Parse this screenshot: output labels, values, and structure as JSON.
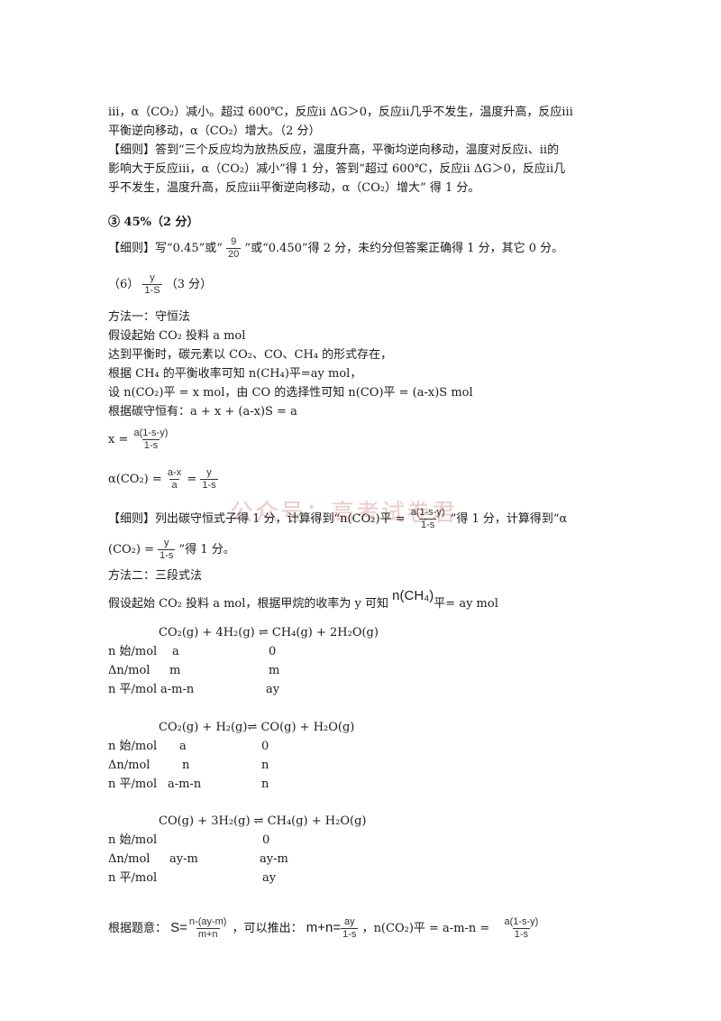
{
  "lines": {
    "l1": "ⅲ，α（CO₂）减小。超过 600℃，反应ⅱ ΔG＞0，反应ⅱ几乎不发生，温度升高，反应ⅲ",
    "l2": "平衡逆向移动，α（CO₂）增大。（2 分）",
    "l3": "【细则】答到“三个反应均为放热反应，温度升高，平衡均逆向移动，温度对反应ⅰ、ⅱ的",
    "l4": "影响大于反应ⅲ，α（CO₂）减小”得 1 分，答到“超过 600℃，反应ⅱ ΔG＞0，反应ⅱ几",
    "l5": "乎不发生，温度升高，反应ⅲ平衡逆向移动，α（CO₂）增大” 得 1 分。",
    "l6": "③ 45%（2 分）",
    "l7a": "【细则】写“0.45”或“",
    "l7b": "”或“0.450”得 2 分，未约分但答案正确得 1 分，其它 0 分。",
    "l8a": "（6）",
    "l8b": "（3 分）",
    "m1": "方法一：守恒法",
    "m2": "假设起始 CO₂ 投料 a mol",
    "m3": "达到平衡时，碳元素以 CO₂、CO、CH₄ 的形式存在，",
    "m4": "根据 CH₄ 的平衡收率可知 n(CH₄)平=ay mol，",
    "m5": "设 n(CO₂)平 = x mol，由 CO 的选择性可知 n(CO)平 = (a-x)S mol",
    "m6": "根据碳守恒有：a + x + (a-x)S = a",
    "m7": "x =",
    "m8a": "α(CO₂) =",
    "m8b": "=",
    "r1a": "【细则】列出碳守恒式子得 1 分，计算得到“n(CO₂)平 =",
    "r1b": "”得 1 分，计算得到“α",
    "r2a": "(CO₂) =",
    "r2b": "”得 1 分。",
    "m9": "方法二：三段式法",
    "m10a": "假设起始 CO₂ 投料 a mol，根据甲烷的收率为 y 可知",
    "m10b": "n(CH₄)",
    "m10c": "平= ay mol",
    "final_a": "根据题意：",
    "final_b": "，可以推出：",
    "final_c": "，n(CO₂)平 = a-m-n =",
    "watermark": "公众号：高考试卷君"
  },
  "fractions": {
    "nine_twenty": {
      "num": "9",
      "den": "20"
    },
    "y_1s": {
      "num": "y",
      "den": "1-S"
    },
    "x_frac": {
      "num": "a(1-s-y)",
      "den": "1-s"
    },
    "ax_a": {
      "num": "a-x",
      "den": "a"
    },
    "y_1s_b": {
      "num": "y",
      "den": "1-s"
    },
    "r_frac": {
      "num": "a(1-s-y)",
      "den": "1-s"
    },
    "r_y": {
      "num": "y",
      "den": "1-s"
    },
    "S_frac": {
      "num": "n-(ay-m)",
      "den": "m+n"
    },
    "ay_frac": {
      "num": "ay",
      "den": "1-s"
    },
    "final_frac": {
      "num": "a(1-s-y)",
      "den": "1-s"
    }
  },
  "final_S": "S=",
  "final_mn": "m+n=",
  "tables": [
    {
      "equation": "CO₂(g) + 4H₂(g) ⇌ CH₄(g) + 2H₂O(g)",
      "rows": [
        {
          "label": "n 始/mol",
          "c1": "a",
          "c2": "0"
        },
        {
          "label": "Δn/mol",
          "c1": "m",
          "c2": "m"
        },
        {
          "label": "n 平/mol",
          "c1": "a-m-n",
          "c2": "ay"
        }
      ]
    },
    {
      "equation": "CO₂(g) + H₂(g)⇌ CO(g) + H₂O(g)",
      "rows": [
        {
          "label": "n 始/mol",
          "c1": "a",
          "c2": "0"
        },
        {
          "label": "Δn/mol",
          "c1": "n",
          "c2": "n"
        },
        {
          "label": "n 平/mol",
          "c1": "a-m-n",
          "c2": "n"
        }
      ]
    },
    {
      "equation": "CO(g) + 3H₂(g) ⇌ CH₄(g) + H₂O(g)",
      "rows": [
        {
          "label": "n 始/mol",
          "c1": "",
          "c2": "0"
        },
        {
          "label": "Δn/mol",
          "c1": "ay-m",
          "c2": "ay-m"
        },
        {
          "label": "n 平/mol",
          "c1": "",
          "c2": "ay"
        }
      ]
    }
  ]
}
